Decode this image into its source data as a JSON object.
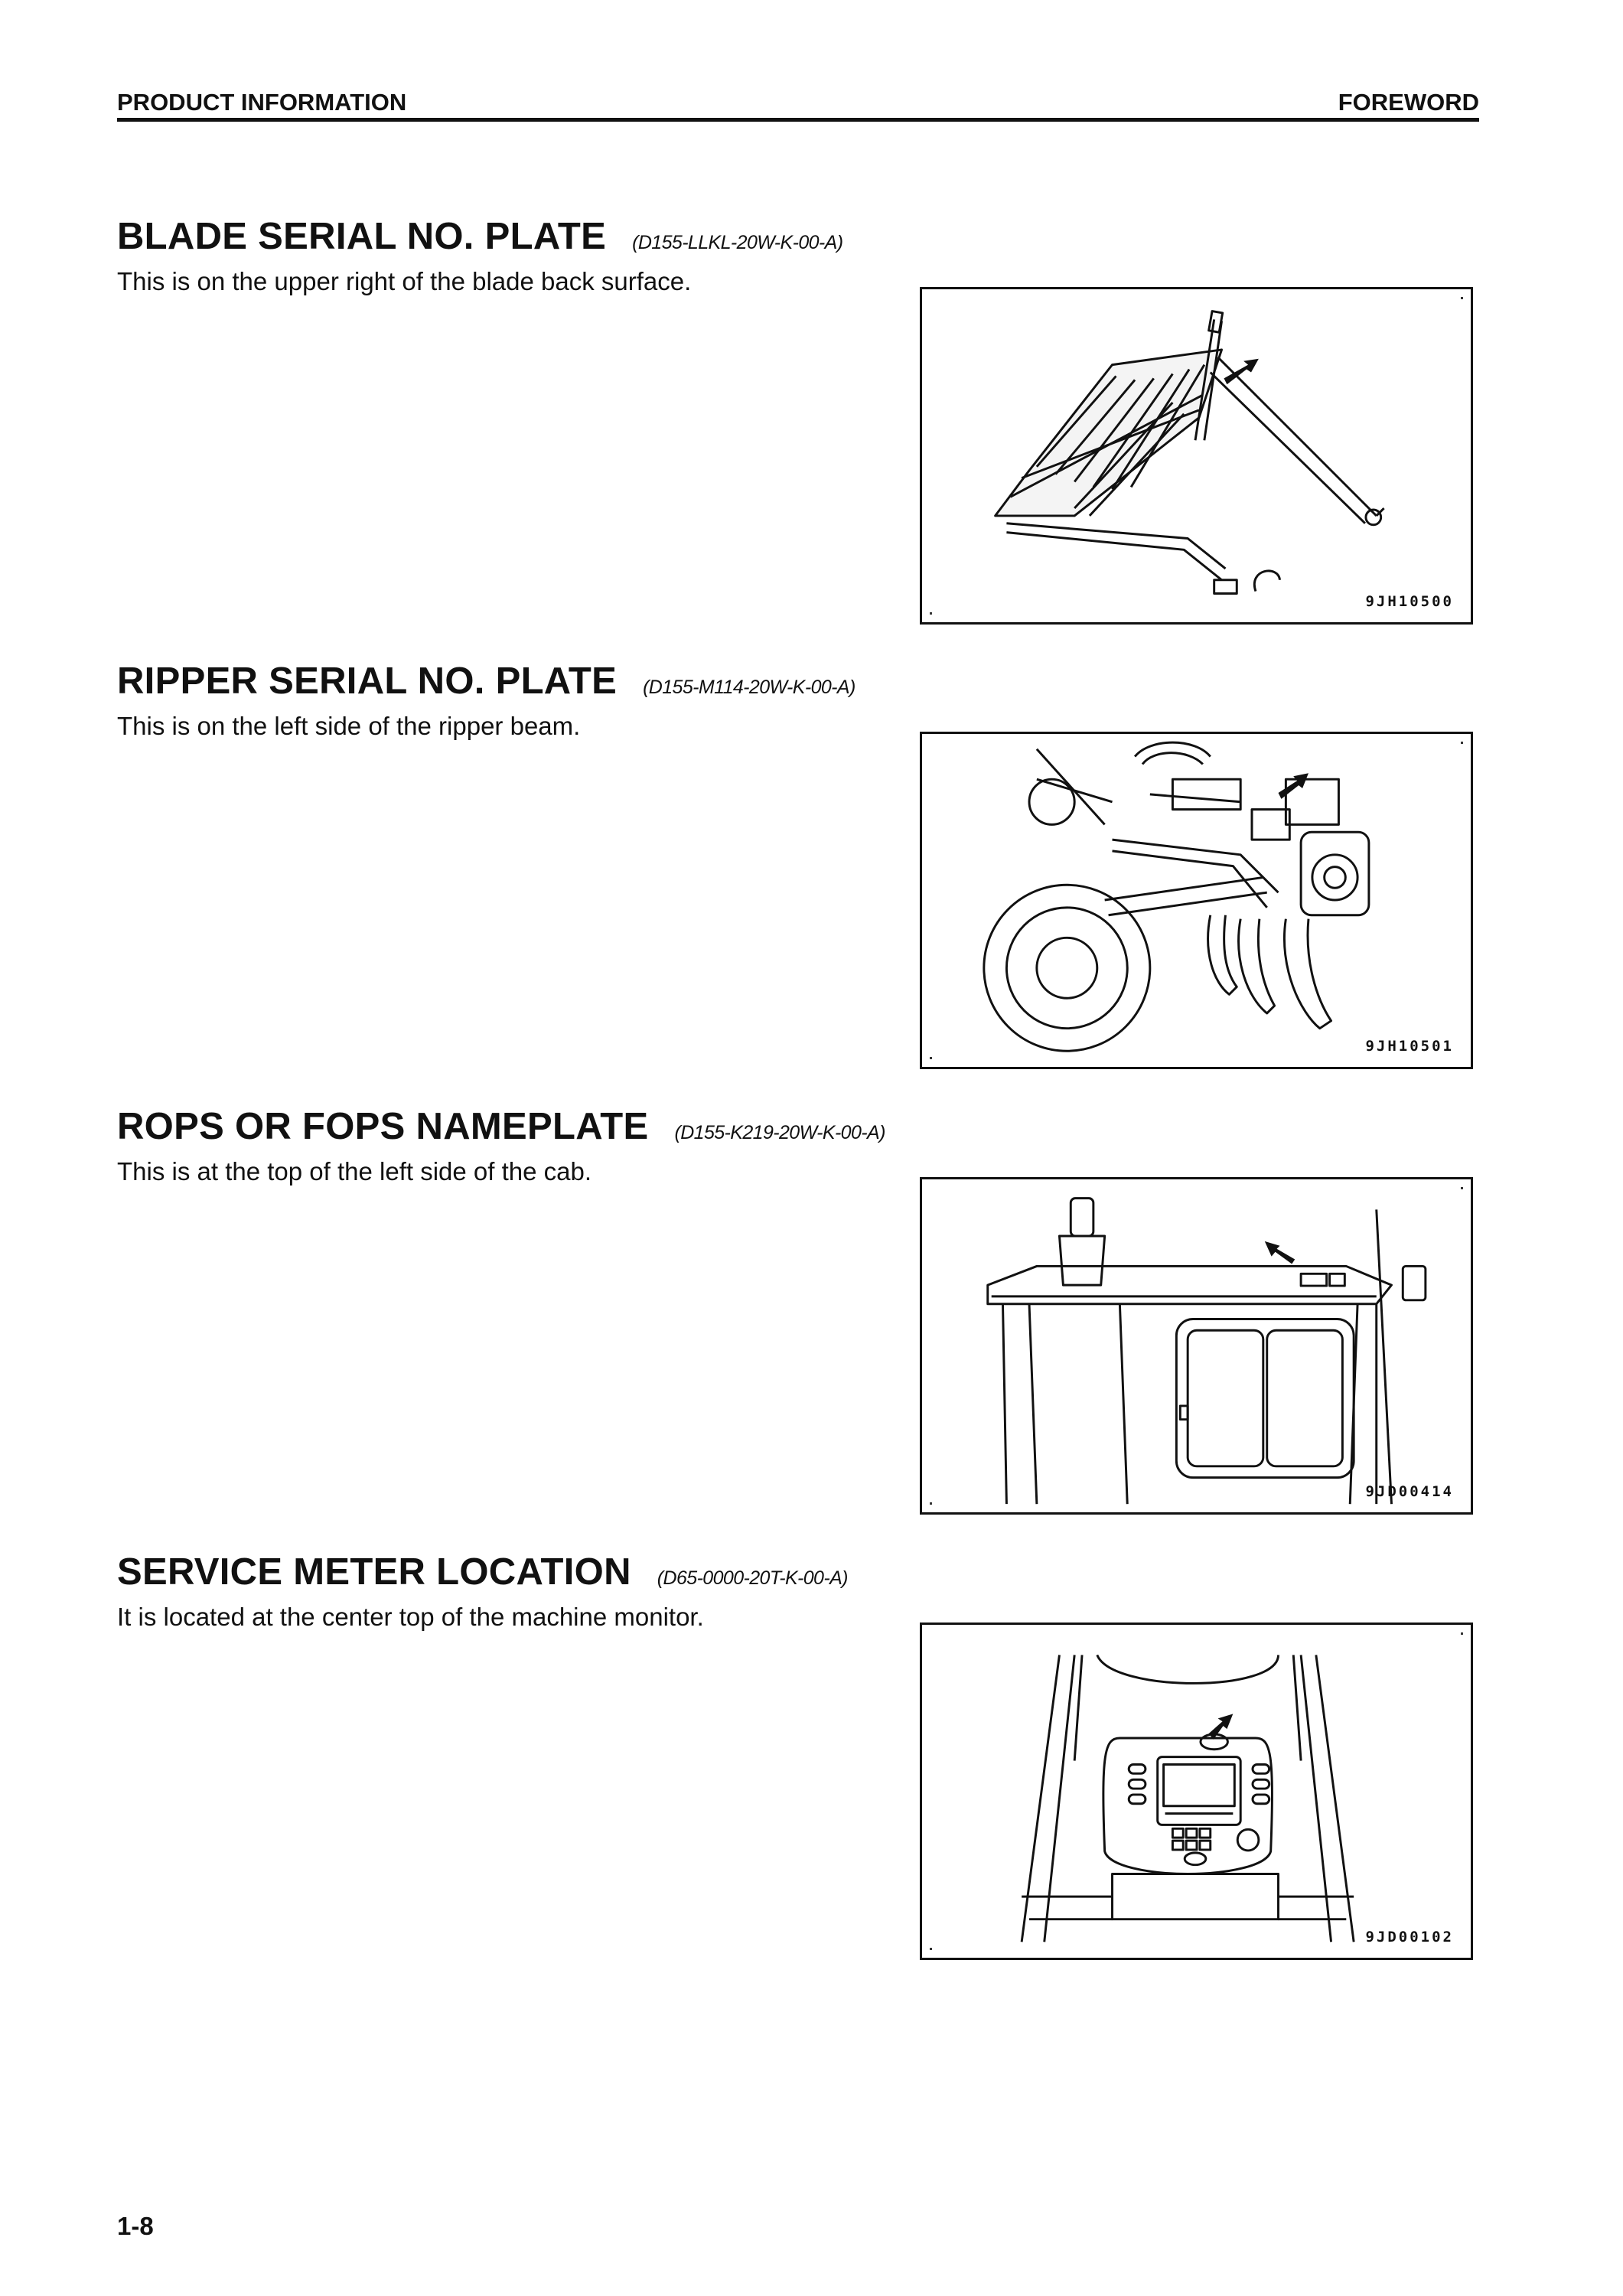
{
  "header": {
    "left": "PRODUCT INFORMATION",
    "right": "FOREWORD"
  },
  "sections": [
    {
      "title": "BLADE SERIAL NO. PLATE",
      "code": "(D155-LLKL-20W-K-00-A)",
      "description": "This is on the upper right of the blade back surface.",
      "figure_code": "9JH10500"
    },
    {
      "title": "RIPPER SERIAL NO. PLATE",
      "code": "(D155-M114-20W-K-00-A)",
      "description": "This is on the left side of the ripper beam.",
      "figure_code": "9JH10501"
    },
    {
      "title": "ROPS OR FOPS NAMEPLATE",
      "code": "(D155-K219-20W-K-00-A)",
      "description": "This is at the top of the left side of the cab.",
      "figure_code": "9JD00414"
    },
    {
      "title": "SERVICE METER LOCATION",
      "code": "(D65-0000-20T-K-00-A)",
      "description": "It is located at the center top of the machine monitor.",
      "figure_code": "9JD00102"
    }
  ],
  "page_number": "1-8"
}
